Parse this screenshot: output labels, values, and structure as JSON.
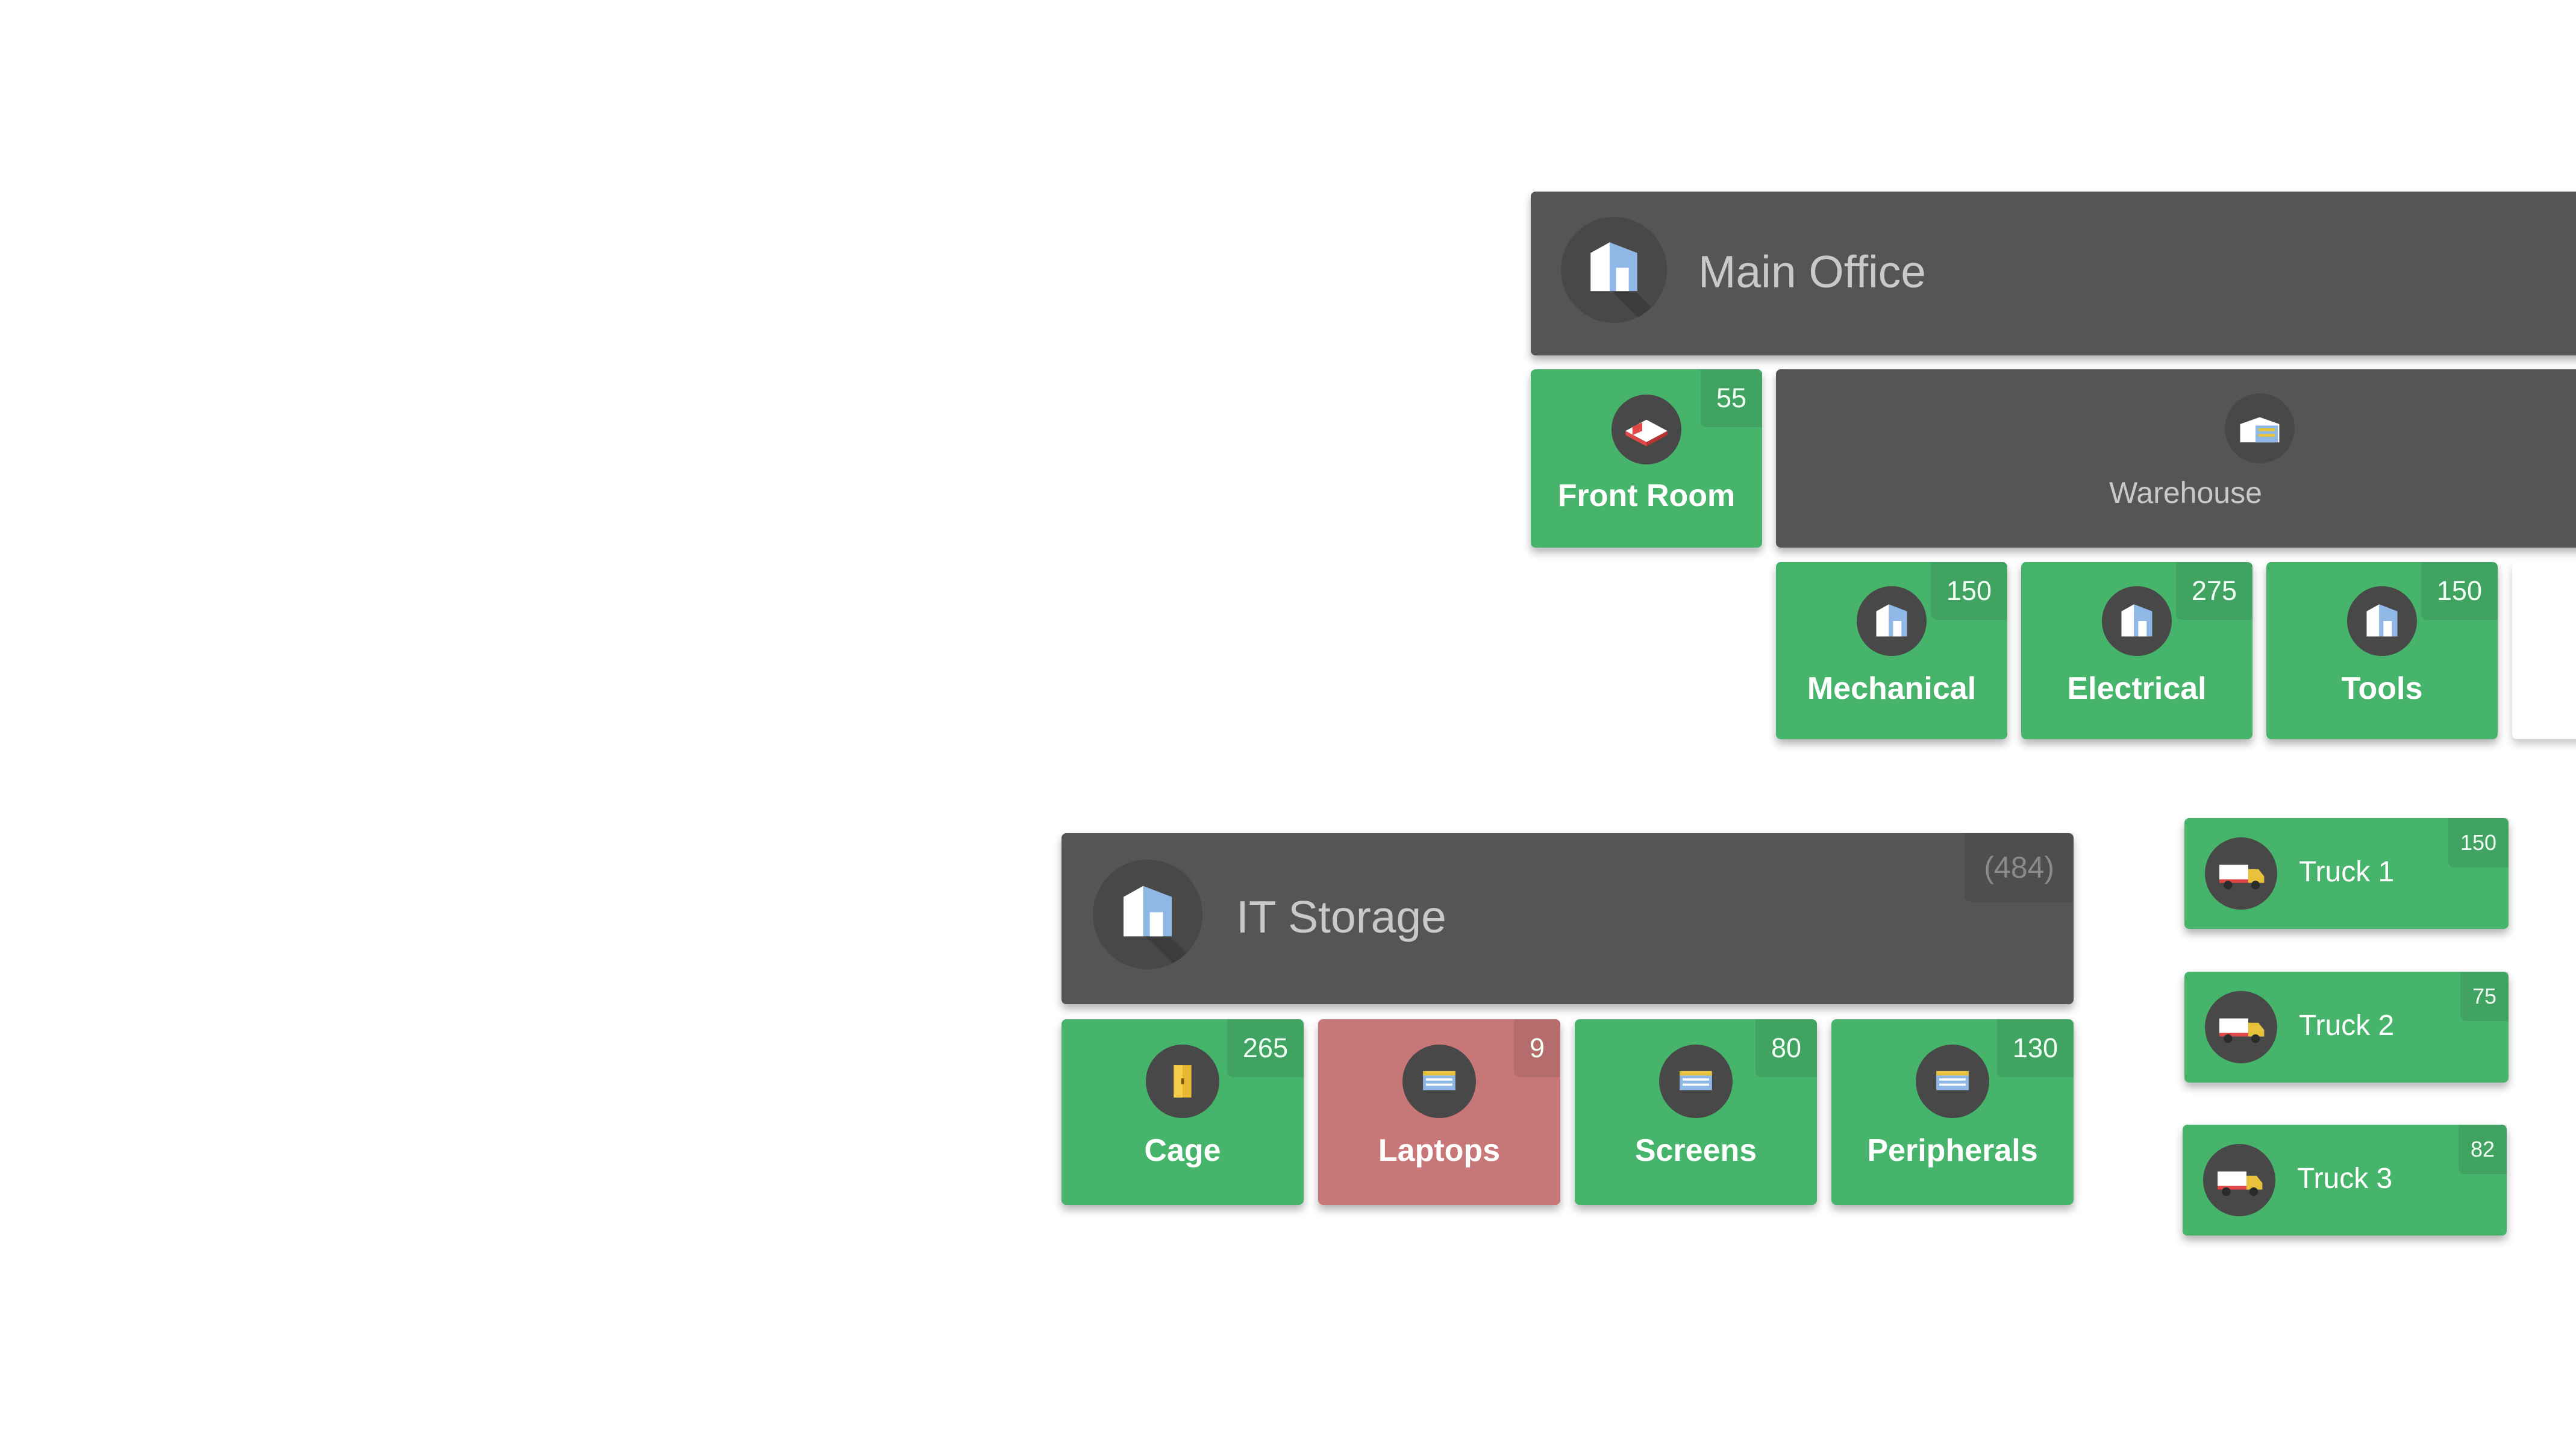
{
  "main_office": {
    "title": "Main Office",
    "icon": "building-icon",
    "children": {
      "front_room": {
        "label": "Front Room",
        "count": "55",
        "icon": "room-icon"
      },
      "warehouse": {
        "label": "Warehouse",
        "icon": "warehouse-icon",
        "children": [
          {
            "label": "Mechanical",
            "count": "150",
            "icon": "building-icon"
          },
          {
            "label": "Electrical",
            "count": "275",
            "icon": "building-icon"
          },
          {
            "label": "Tools",
            "count": "150",
            "icon": "building-icon"
          }
        ]
      }
    }
  },
  "it_storage": {
    "title": "IT Storage",
    "total": "(484)",
    "icon": "building-icon",
    "children": [
      {
        "label": "Cage",
        "count": "265",
        "icon": "door-icon",
        "status": "ok"
      },
      {
        "label": "Laptops",
        "count": "9",
        "icon": "device-rack-icon",
        "status": "low"
      },
      {
        "label": "Screens",
        "count": "80",
        "icon": "device-rack-icon",
        "status": "ok"
      },
      {
        "label": "Peripherals",
        "count": "130",
        "icon": "device-rack-icon",
        "status": "ok"
      }
    ]
  },
  "trucks": [
    {
      "label": "Truck 1",
      "count": "150",
      "icon": "truck-icon"
    },
    {
      "label": "Truck 2",
      "count": "75",
      "icon": "truck-icon"
    },
    {
      "label": "Truck 3",
      "count": "82",
      "icon": "truck-icon"
    }
  ],
  "colors": {
    "tile_ok": "#47b46c",
    "tile_low": "#c77777",
    "panel": "#555555"
  }
}
